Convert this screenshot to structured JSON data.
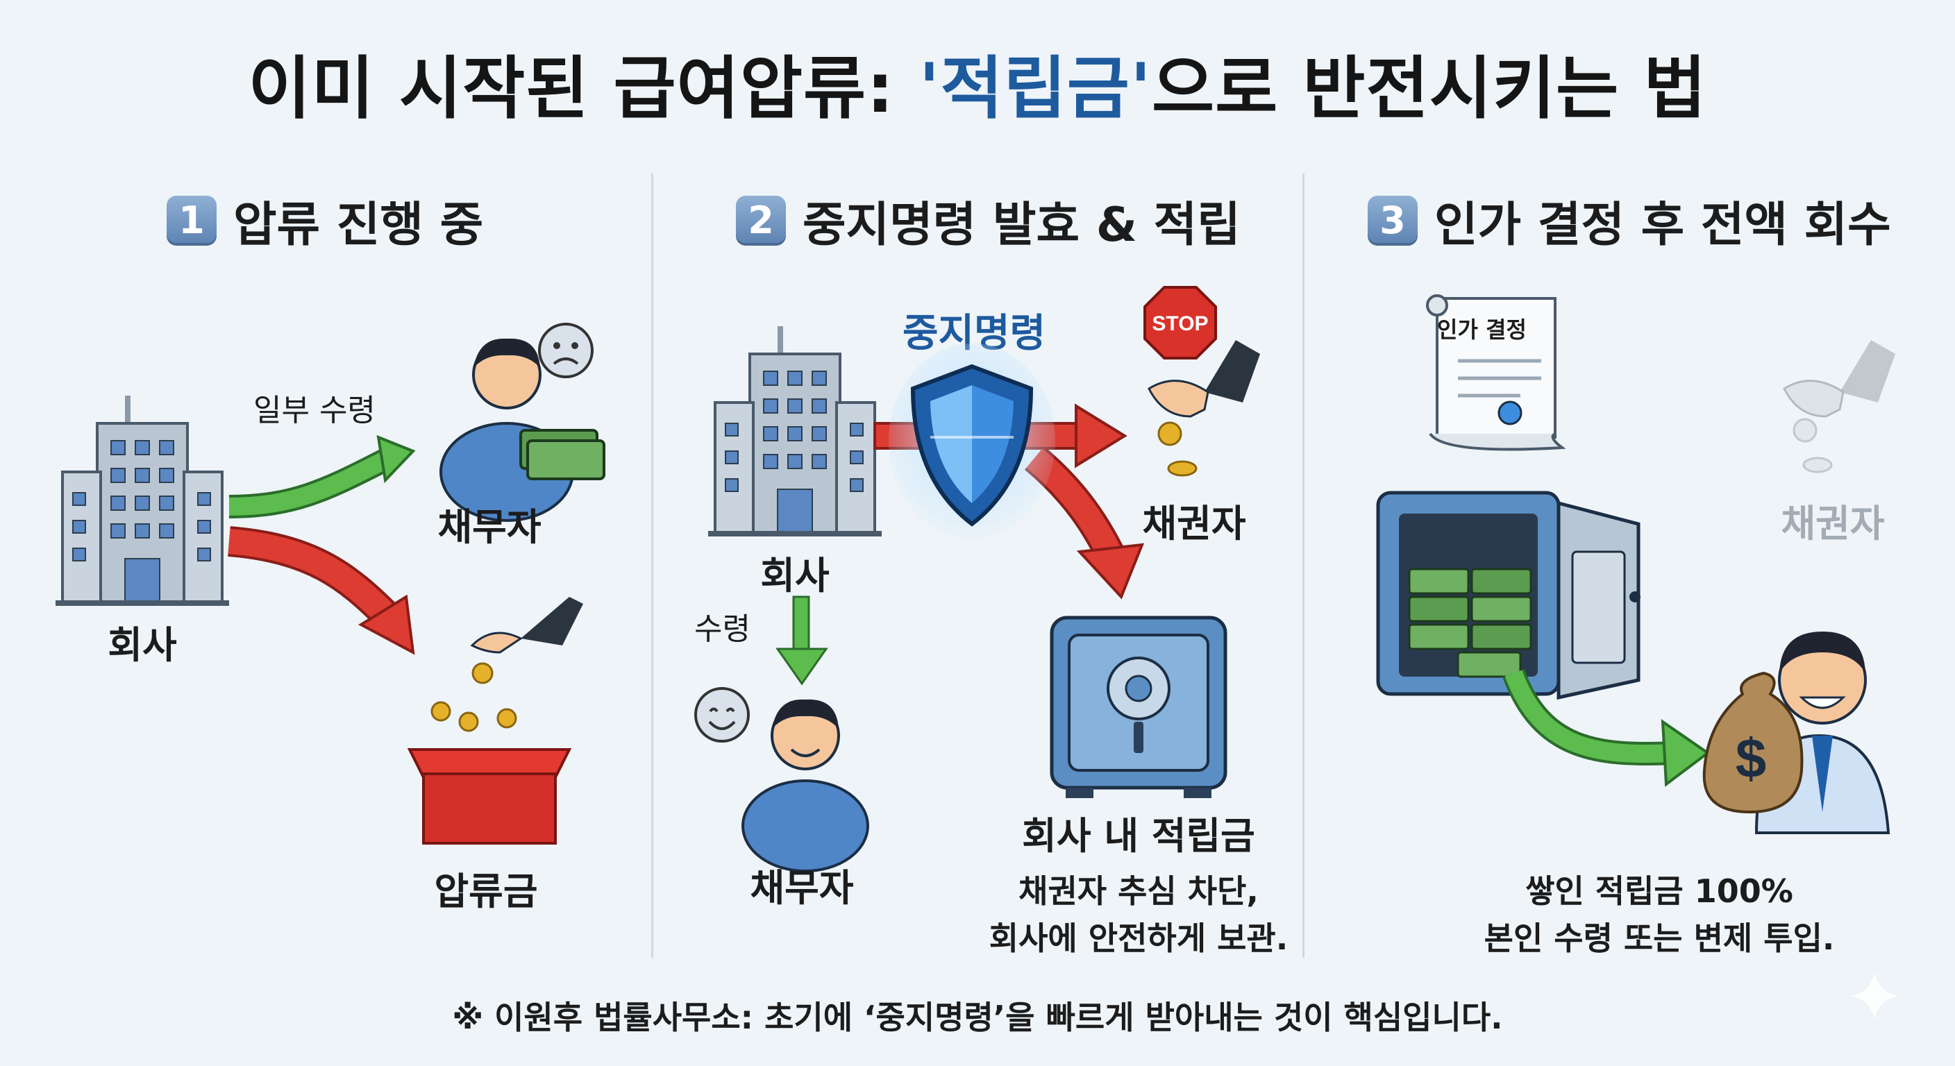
{
  "title": {
    "main": "이미 시작된 급여압류: ",
    "highlight": "'적립금'",
    "rest": "으로 반전시키는 법"
  },
  "step1": {
    "number": "1",
    "heading": "압류 진행 중",
    "company": "회사",
    "partial_label": "일부 수령",
    "debtor": "채무자",
    "seized": "압류금"
  },
  "step2": {
    "number": "2",
    "heading": "중지명령 발효 & 적립",
    "order": "중지명령",
    "stop_sign": "STOP",
    "company": "회사",
    "receive_label": "수령",
    "debtor": "채무자",
    "creditor": "채권자",
    "reserve": "회사 내 적립금",
    "caption_line1": "채권자 추심 차단,",
    "caption_line2": "회사에 안전하게 보관."
  },
  "step3": {
    "number": "3",
    "heading": "인가 결정 후 전액 회수",
    "document": "인가 결정",
    "creditor": "채권자",
    "caption_line1": "쌓인 적립금 100%",
    "caption_line2": "본인 수령 또는 변제 투입."
  },
  "footer": "※ 이원후 법률사무소: 초기에 ‘중지명령’을 빠르게 받아내는 것이 핵심입니다.",
  "colors": {
    "accent_blue": "#1e5a9e",
    "green_arrow": "#57b84a",
    "red_arrow": "#d93a32",
    "money_green": "#5c9c50"
  }
}
